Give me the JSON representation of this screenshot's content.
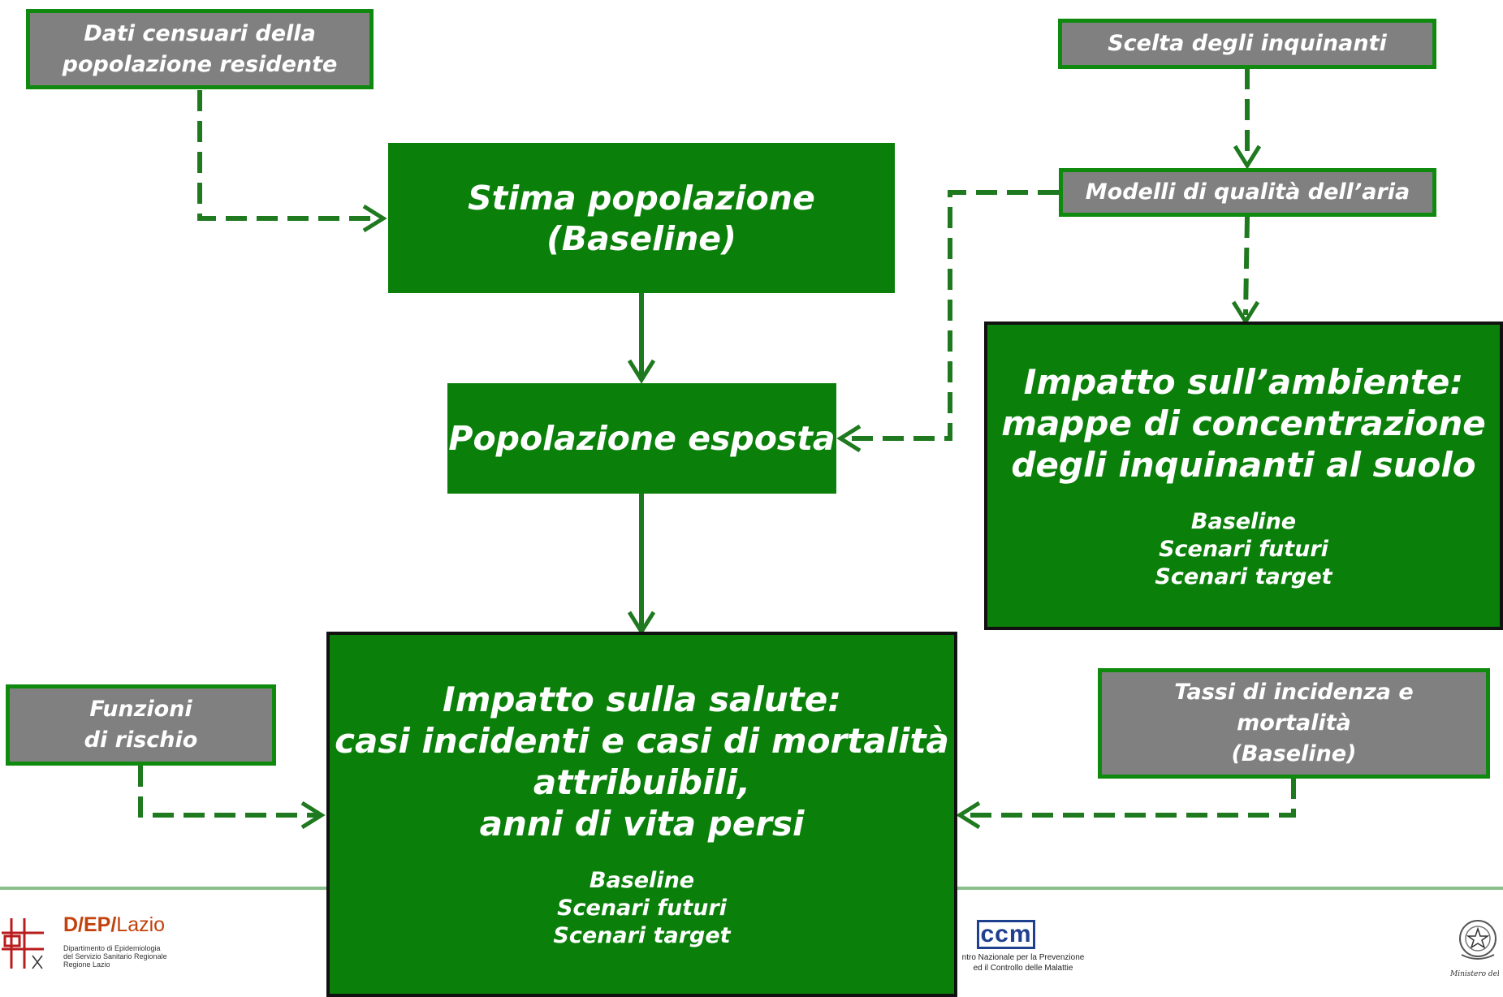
{
  "nodes": {
    "dati_censuari": [
      "Dati censuari della",
      "popolazione residente"
    ],
    "scelta_inquinanti": [
      "Scelta degli inquinanti"
    ],
    "modelli_aria": [
      "Modelli di qualità dell’aria"
    ],
    "stima_popolazione": [
      "Stima popolazione",
      "(Baseline)"
    ],
    "popolazione_esposta": [
      "Popolazione esposta"
    ],
    "impatto_ambiente": {
      "title": [
        "Impatto sull’ambiente:",
        "mappe di concentrazione",
        "degli inquinanti al suolo"
      ],
      "scenarios": [
        "Baseline",
        "Scenari futuri",
        "Scenari target"
      ]
    },
    "funzioni_rischio": [
      "Funzioni",
      "di rischio"
    ],
    "tassi_incidenza": [
      "Tassi di incidenza e",
      "mortalità",
      "(Baseline)"
    ],
    "impatto_salute": {
      "title": [
        "Impatto sulla salute:",
        "casi incidenti e casi di mortalità",
        "attribuibili,",
        "anni di vita persi"
      ],
      "scenarios": [
        "Baseline",
        "Scenari futuri",
        "Scenari target"
      ]
    }
  },
  "logos": {
    "dep": {
      "title_a": "D/EP/",
      "title_b": "Lazio",
      "subtitle": [
        "Dipartimento di Epidemiologia",
        "del Servizio Sanitario Regionale",
        "Regione Lazio"
      ]
    },
    "ccm": {
      "mark": "ccm",
      "subtitle": [
        "ntro Nazionale per la Prevenzione",
        "ed il Controllo delle Malattie"
      ]
    },
    "ministero": {
      "caption": "Ministero della Sa"
    }
  },
  "colors": {
    "box_green": "#0a800a",
    "box_gray": "#808080",
    "connector_green": "#1f7a1f",
    "border_dark": "#111111"
  }
}
